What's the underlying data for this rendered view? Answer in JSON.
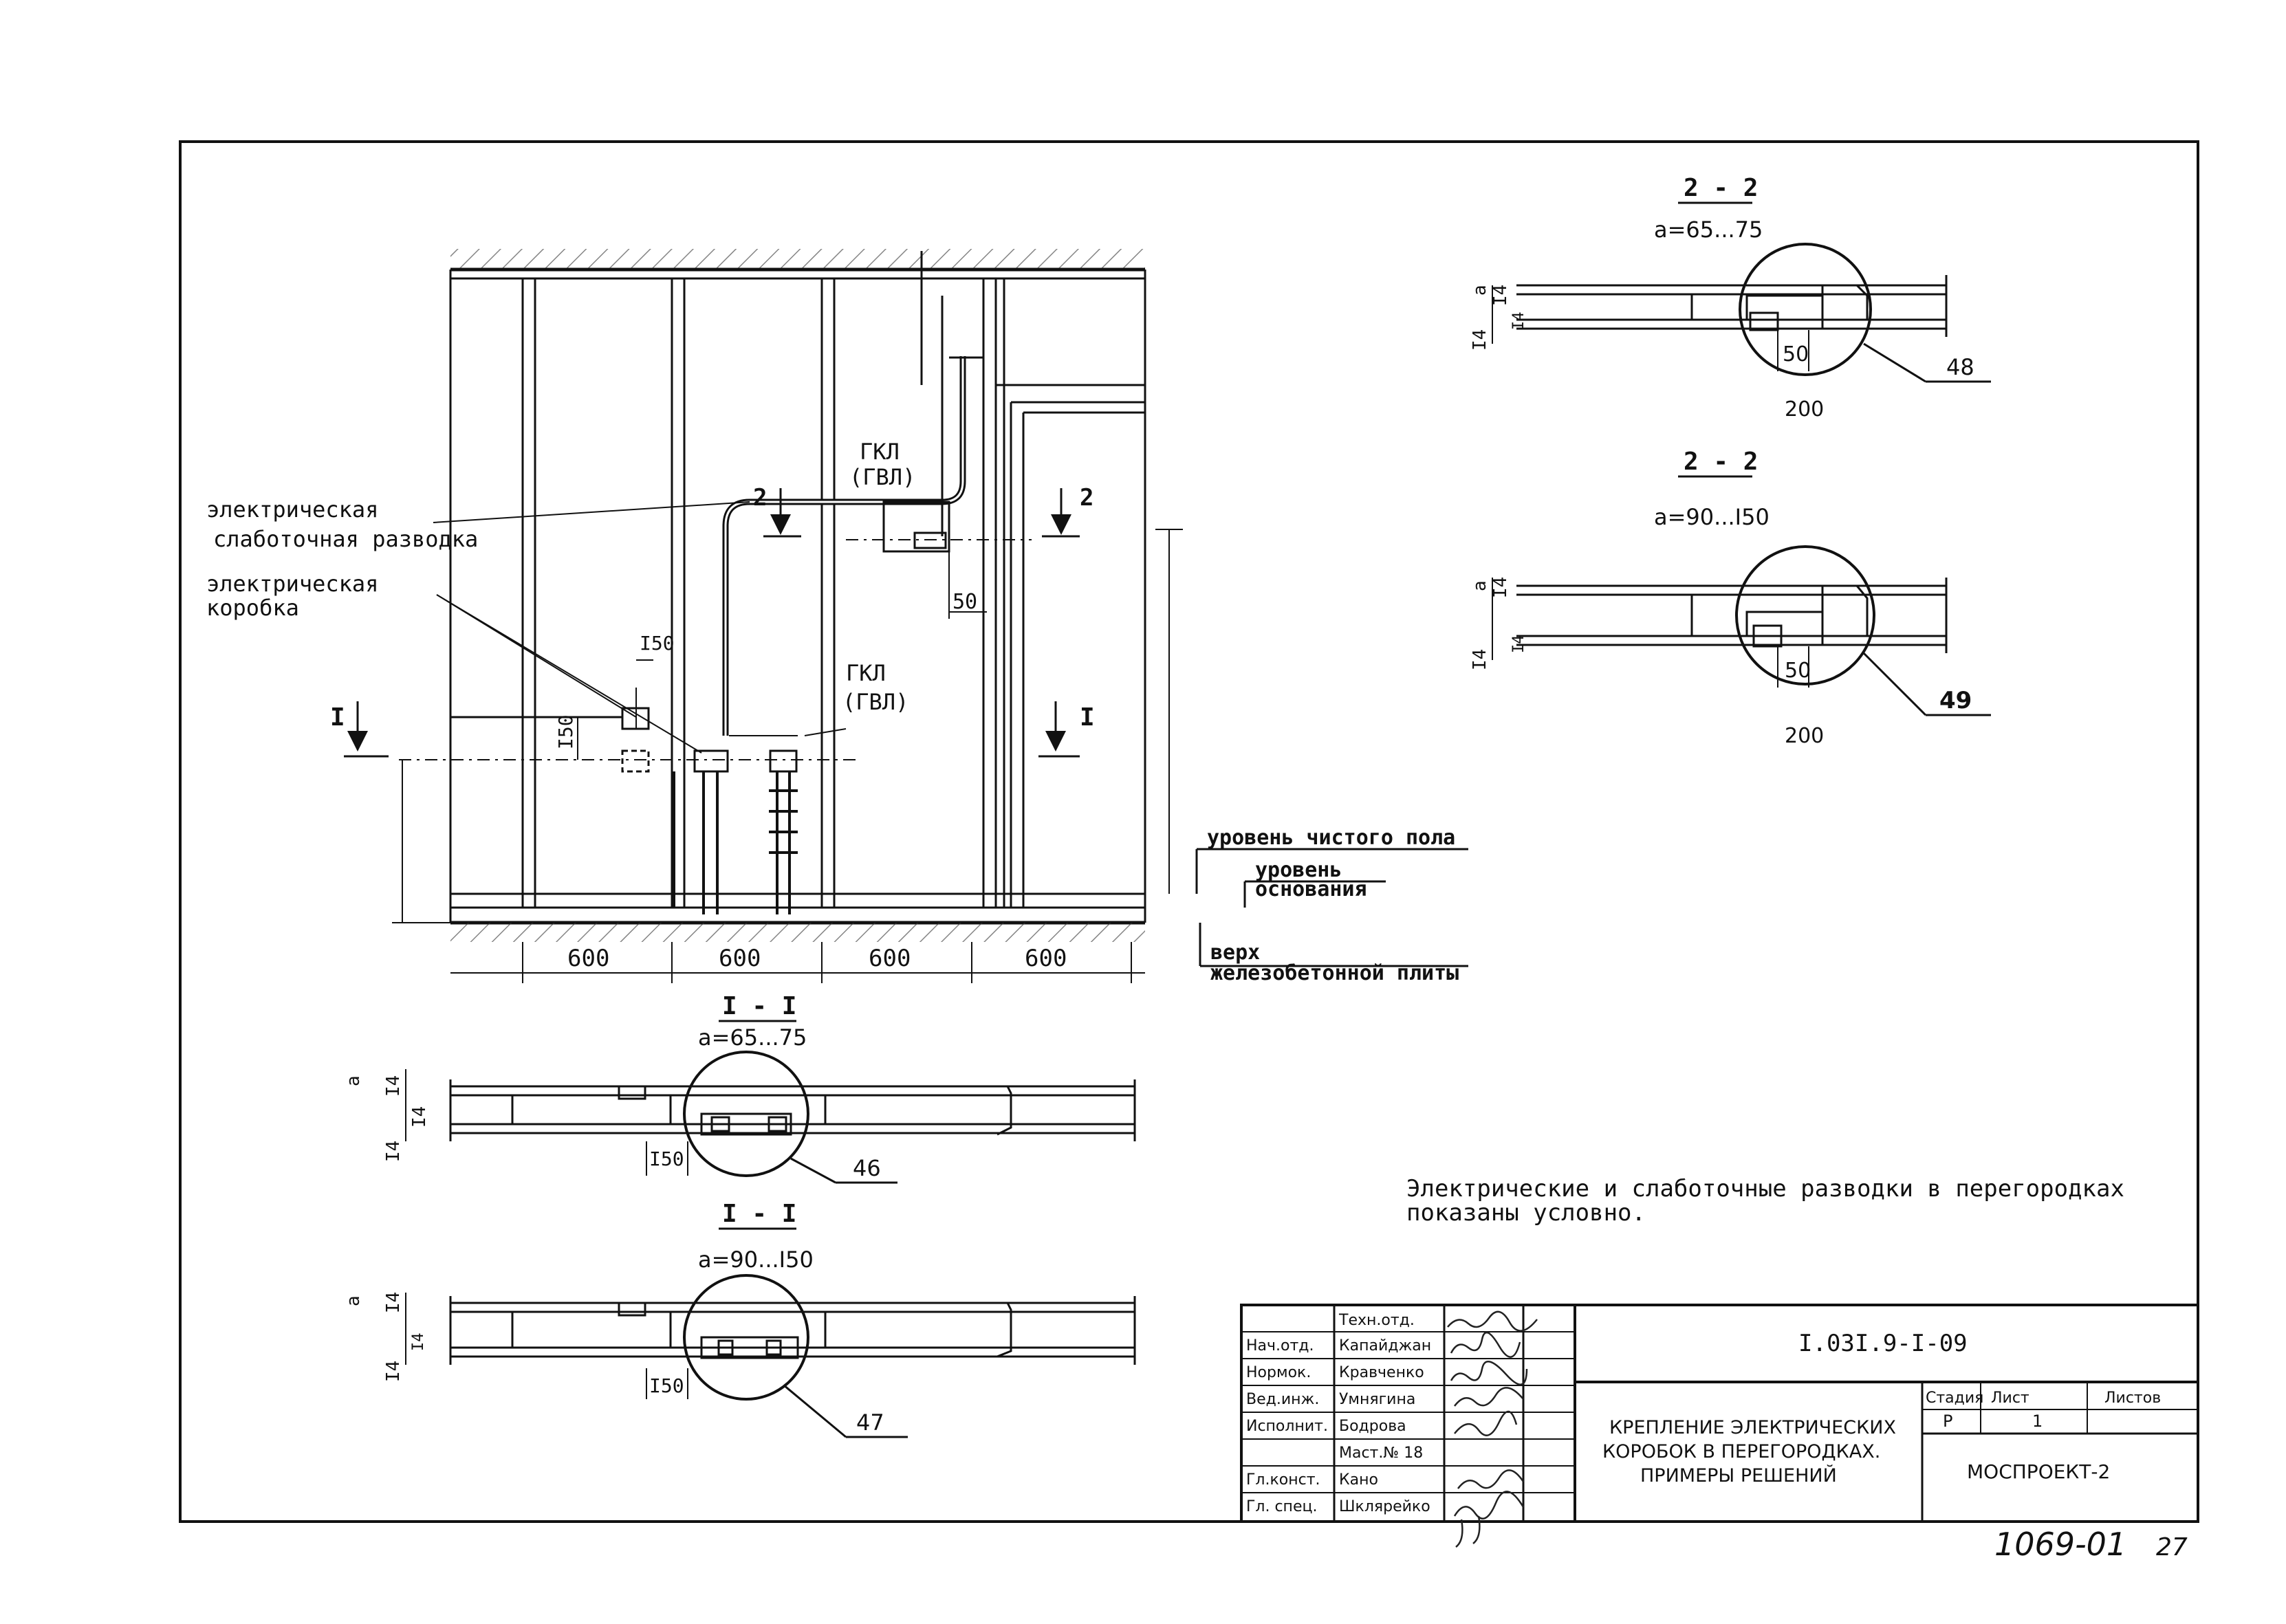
{
  "main_view": {
    "label_cable": [
      "электрическая",
      "слаботочная разводка"
    ],
    "label_box": [
      "электрическая",
      "коробка"
    ],
    "gkl_upper": [
      "ГКЛ",
      "(ГВЛ)"
    ],
    "gkl_lower": [
      "ГКЛ",
      "(ГВЛ)"
    ],
    "dim_50": "50",
    "dim_150_a": "I50",
    "dim_150_b": "I50",
    "section_2": "2",
    "section_1": "I",
    "spans": [
      "600",
      "600",
      "600",
      "600"
    ],
    "levels": {
      "clean_floor": "уровень чистого пола",
      "base": [
        "уровень",
        "основания"
      ],
      "slab": [
        "верх",
        "железобетонной плиты"
      ]
    }
  },
  "sections": [
    {
      "title": "2 - 2",
      "param": "a=65...75",
      "dims": [
        "a",
        "I4",
        "I4",
        "I4"
      ],
      "dim_50": "50",
      "dim_200": "200",
      "callout": "48"
    },
    {
      "title": "2 - 2",
      "param": "a=90...I50",
      "dims": [
        "a",
        "I4",
        "I4",
        "I4"
      ],
      "dim_50": "50",
      "dim_200": "200",
      "callout": "49"
    },
    {
      "title": "I - I",
      "param": "a=65...75",
      "dims": [
        "a",
        "I4",
        "I4",
        "I4"
      ],
      "dim_150": "I50",
      "callout": "46"
    },
    {
      "title": "I - I",
      "param": "a=90...I50",
      "dims": [
        "a",
        "I4",
        "I4",
        "I4"
      ],
      "dim_150": "I50",
      "callout": "47"
    }
  ],
  "note": [
    "Электрические и слаботочные разводки в перегородках",
    "показаны условно."
  ],
  "title_block": {
    "roles": [
      "Техн.отд.",
      "Нач.отд.",
      "Нормок.",
      "Вед.инж.",
      "Исполнит.",
      "",
      "Гл.конст.",
      "Гл. спец."
    ],
    "names": [
      "",
      "Капайджан",
      "Кравченко",
      "Умнягина",
      "Бодрова",
      "Маст.№ 18",
      "Кано",
      "Шклярейко"
    ],
    "code": "I.03I.9-I-09",
    "title": [
      "КРЕПЛЕНИЕ ЭЛЕКТРИЧЕСКИХ",
      "КОРОБОК В ПЕРЕГОРОДКАХ.",
      "ПРИМЕРЫ РЕШЕНИЙ"
    ],
    "stage_header": "Стадия",
    "sheet_header": "Лист",
    "sheets_header": "Листов",
    "stage": "Р",
    "sheet": "1",
    "org": "МОСПРОЕКТ-2"
  },
  "footer_number": "1069-01",
  "footer_page": "27"
}
